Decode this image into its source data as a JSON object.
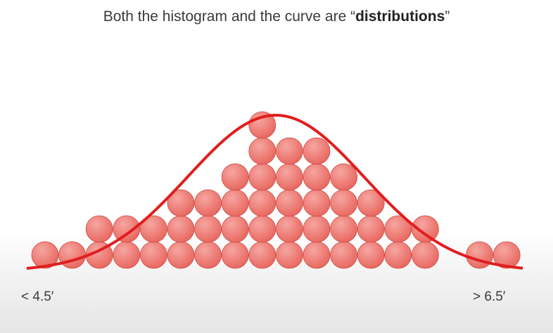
{
  "title": {
    "prefix": "Both the histogram and the curve are ",
    "open_quote": "“",
    "emphasis": "distributions",
    "close_quote": "”"
  },
  "left_label": "< 4.5′",
  "right_label": "> 6.5′",
  "colors": {
    "ball": "#e8675f",
    "ball_highlight": "#f6a6a1",
    "ball_edge": "#cf4b44",
    "curve": "#e01e1e"
  },
  "histogram": {
    "bin_counts": [
      1,
      1,
      2,
      2,
      2,
      3,
      3,
      4,
      6,
      5,
      5,
      4,
      3,
      2,
      2,
      0,
      1,
      1
    ]
  }
}
